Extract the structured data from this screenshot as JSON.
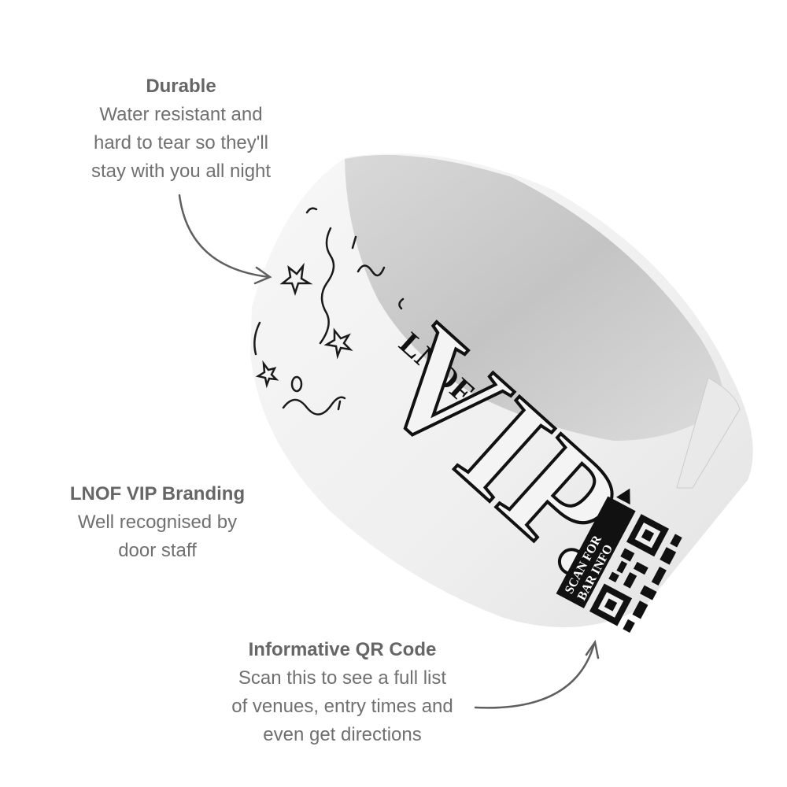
{
  "callouts": {
    "durable": {
      "title": "Durable",
      "lines": [
        "Water resistant and",
        "hard to tear so they'll",
        "stay with you all night"
      ]
    },
    "branding": {
      "title": "LNOF VIP Branding",
      "lines": [
        "Well recognised by",
        "door staff"
      ]
    },
    "qr": {
      "title": "Informative QR Code",
      "lines": [
        "Scan this to see a full list",
        "of venues, entry times and",
        "even get directions"
      ]
    }
  },
  "wristband": {
    "brand_small": "LNOF",
    "brand_large": "VIP.",
    "qr_label_line1": "SCAN FOR",
    "qr_label_line2": "BAR INFO"
  },
  "colors": {
    "text": "#707070",
    "title": "#666666",
    "arrow": "#5f5f5f",
    "band_outer": "#f2f2f2",
    "band_inner": "#cfcfcf",
    "ink": "#111111"
  }
}
